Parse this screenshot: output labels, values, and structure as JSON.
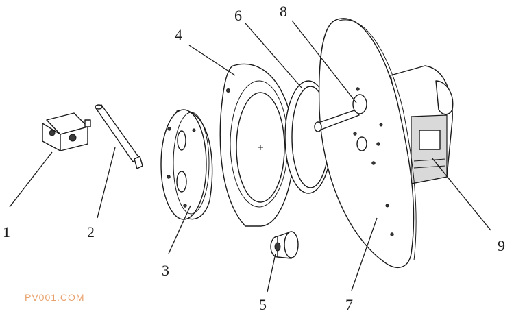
{
  "labels": {
    "p1": "1",
    "p2": "2",
    "p3": "3",
    "p4": "4",
    "p5": "5",
    "p6": "6",
    "p7": "7",
    "p8": "8",
    "p9": "9"
  },
  "watermark": {
    "text": "PV001.COM",
    "color": "#e8a06a"
  }
}
